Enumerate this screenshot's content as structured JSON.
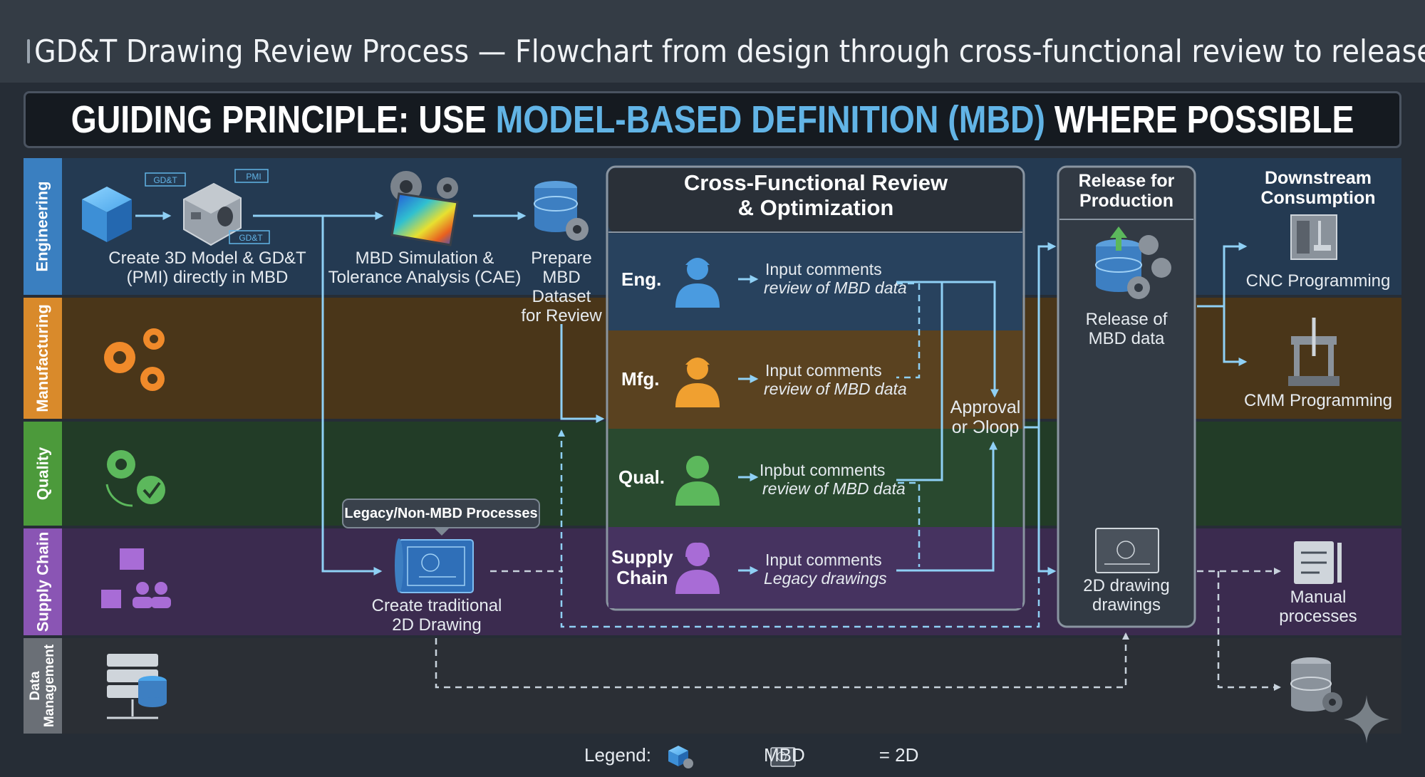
{
  "header": {
    "title": "GD&T Drawing Review Process — Flowchart from design through cross-functional review to release"
  },
  "principle": {
    "lead": "GUIDING PRINCIPLE: USE ",
    "highlight": "MODEL-BASED DEFINITION (MBD)",
    "tail": " WHERE POSSIBLE"
  },
  "lanes": [
    {
      "label": "Engineering",
      "color": "#3a7fc0"
    },
    {
      "label": "Manufacturing",
      "color": "#d98a2b"
    },
    {
      "label": "Quality",
      "color": "#4c9a3b"
    },
    {
      "label": "Supply Chain",
      "color": "#8a55b4"
    },
    {
      "label": "Data Management",
      "line1": "Data",
      "line2": "Management",
      "color": "#6a6f76"
    }
  ],
  "lane_backgrounds": [
    "#243a52",
    "#4a3619",
    "#223c27",
    "#3b2b4f",
    "#2b2f35"
  ],
  "icon_tags": {
    "gdt": "GD&T",
    "pmi": "PMI"
  },
  "steps": {
    "create_3d": {
      "line1": "Create 3D Model & GD&T",
      "line2": "(PMI) directly in MBD"
    },
    "simulation": {
      "line1": "MBD Simulation &",
      "line2": "Tolerance Analysis (CAE)"
    },
    "prepare": {
      "line1": "Prepare",
      "line2": "MBD",
      "line3": "Dataset",
      "line4": "for Review"
    },
    "legacy_badge": "Legacy/Non-MBD Processes",
    "create_2d": {
      "line1": "Create traditional",
      "line2": "2D Drawing"
    }
  },
  "review": {
    "title_line1": "Cross-Functional Review",
    "title_line2": "& Optimization",
    "rows": [
      {
        "role": "Eng.",
        "line1": "Input comments",
        "line2": "review of MBD data",
        "color": "#4a9be0"
      },
      {
        "role": "Mfg.",
        "line1": "Input comments",
        "line2": "review of MBD data",
        "color": "#f0a030"
      },
      {
        "role": "Qual.",
        "line1": "Inpbut comments",
        "line2": "review of MBD data",
        "color": "#5cb85c"
      },
      {
        "role_line1": "Supply",
        "role_line2": "Chain",
        "line1": "Input comments",
        "line2": "Legacy drawings",
        "color": "#a86cd6"
      }
    ],
    "approval": {
      "line1": "Approval",
      "line2": "or Ɔloop"
    }
  },
  "release": {
    "title_line1": "Release for",
    "title_line2": "Production",
    "mbd": {
      "line1": "Release of",
      "line2": "MBD data"
    },
    "drawing": {
      "line1": "2D drawing",
      "line2": "drawings"
    }
  },
  "downstream": {
    "title_line1": "Downstream",
    "title_line2": "Consumption",
    "cnc": "CNC Programming",
    "cmm": "CMM Programming",
    "manual": {
      "line1": "Manual",
      "line2": "processes"
    }
  },
  "legend": {
    "label": "Legend:",
    "mbd": "MBD",
    "twod": "= 2D"
  },
  "colors": {
    "arrow": "#8fd0f5",
    "accent": "#62b4e6",
    "panel_border": "#8a95a1"
  }
}
